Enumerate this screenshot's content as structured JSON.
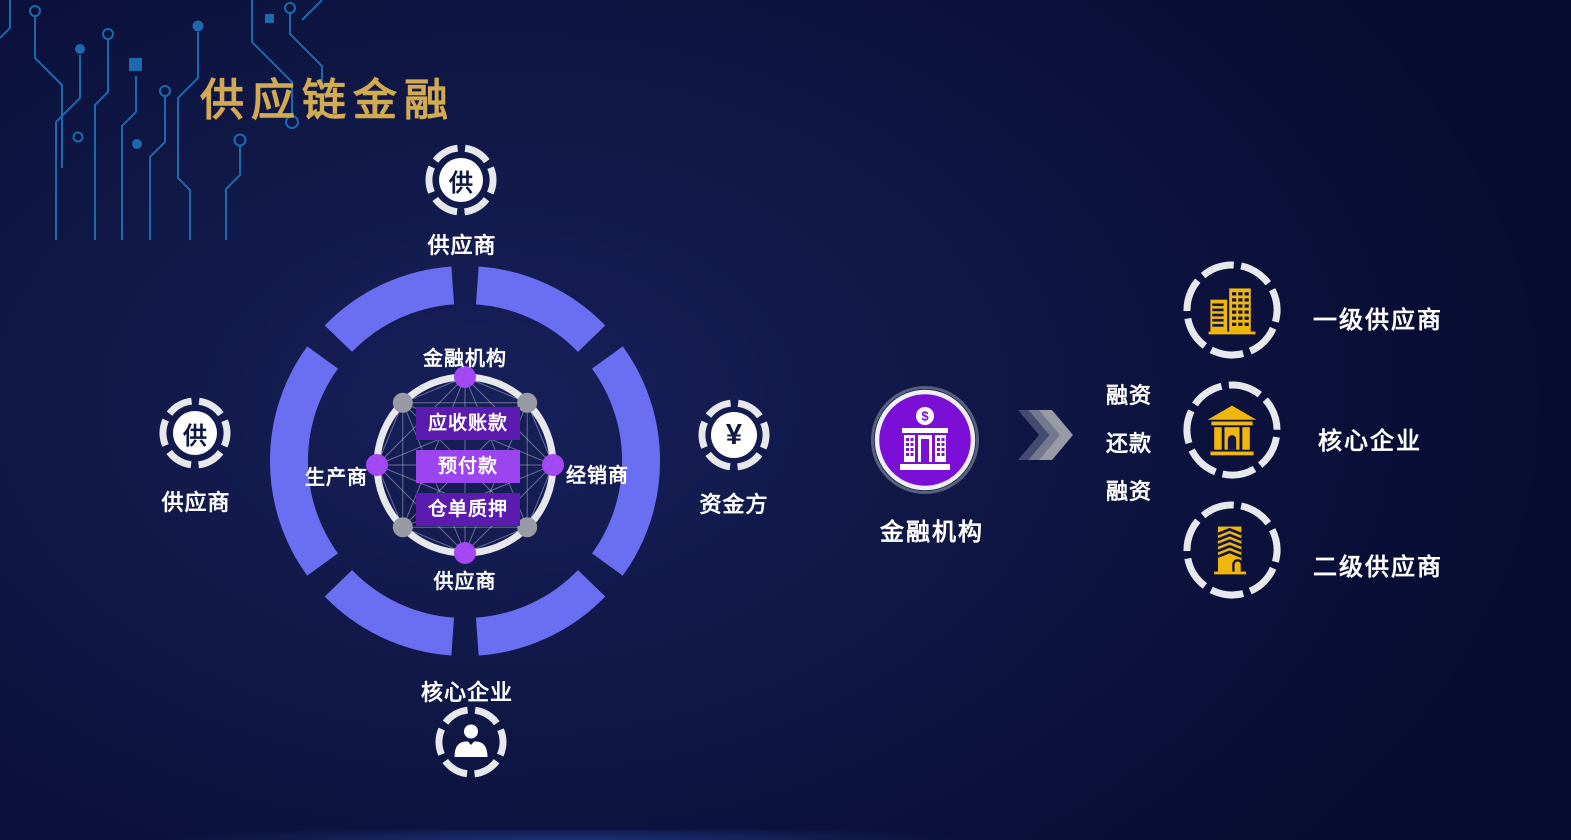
{
  "title": "供应链金融",
  "colors": {
    "title-gold": "#d2aa52",
    "ring-purple": "#6a6ff2",
    "circle-white": "#e7e8ec",
    "node-purple": "#a348f2",
    "node-gray": "#999aa3",
    "box-dark": "#5a1bae",
    "box-light": "#9b44ef",
    "institution-purple": "#7c0fd6",
    "icon-gold": "#f2b70d",
    "navy-ink": "#101744",
    "chevron-dark": "#454b70",
    "chevron-mid": "#73788d",
    "chevron-light": "#989aa6",
    "circuit-blue": "#2078c0"
  },
  "orbit": {
    "top": {
      "glyph": "供",
      "label": "供应商"
    },
    "left": {
      "glyph": "供",
      "label": "供应商"
    },
    "right": {
      "glyph": "¥",
      "label": "资金方"
    },
    "bottom": {
      "label": "核心企业"
    }
  },
  "network": {
    "top_label": "金融机构",
    "left_label": "生产商",
    "right_label": "经销商",
    "bottom_label": "供应商",
    "boxes": [
      {
        "label": "应收账款"
      },
      {
        "label": "预付款"
      },
      {
        "label": "仓单质押"
      }
    ]
  },
  "institution": {
    "label": "金融机构",
    "currency_symbol": "$",
    "icon": "bank-dollar-icon"
  },
  "flows": {
    "top": "融资",
    "middle": "还款",
    "bottom": "融资"
  },
  "right_entities": [
    {
      "label": "一级供应商",
      "icon": "office-buildings-icon"
    },
    {
      "label": "核心企业",
      "icon": "bank-building-icon"
    },
    {
      "label": "二级供应商",
      "icon": "tower-building-icon"
    }
  ]
}
